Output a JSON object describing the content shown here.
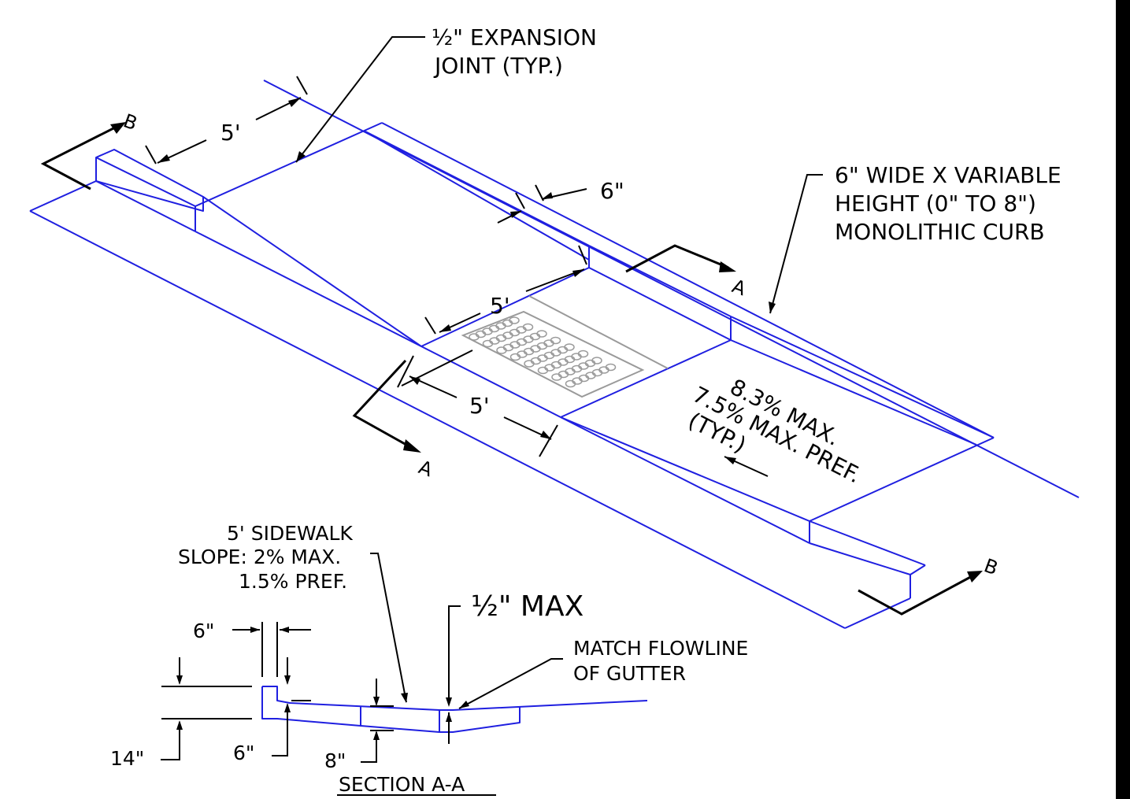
{
  "labels": {
    "expansion_joint_1": "½\" EXPANSION",
    "expansion_joint_2": "JOINT (TYP.)",
    "curb_1": "6\" WIDE X VARIABLE",
    "curb_2": "HEIGHT (0\" TO 8\")",
    "curb_3": "MONOLITHIC CURB",
    "dim_5ft_top": "5'",
    "dim_5ft_mid": "5'",
    "dim_5ft_low": "5'",
    "dim_6in_top": "6\"",
    "section_b_left": "B",
    "section_b_right": "B",
    "section_a_right": "A",
    "section_a_left": "A",
    "slope_max": "8.3% MAX.",
    "slope_pref": "7.5% MAX. PREF.",
    "slope_typ": "(TYP.)",
    "sidewalk_1": "5' SIDEWALK",
    "sidewalk_2": "SLOPE: 2% MAX.",
    "sidewalk_3": "1.5% PREF.",
    "half_max": "½\" MAX",
    "flowline_1": "MATCH FLOWLINE",
    "flowline_2": "OF GUTTER",
    "dim_6in_a": "6\"",
    "dim_6in_b": "6\"",
    "dim_14in": "14\"",
    "dim_8in": "8\"",
    "section_title": "SECTION A-A"
  },
  "colors": {
    "linework": "#1f1fe0",
    "annotation": "#000000",
    "detectable_warning": "#9a9a9a"
  }
}
